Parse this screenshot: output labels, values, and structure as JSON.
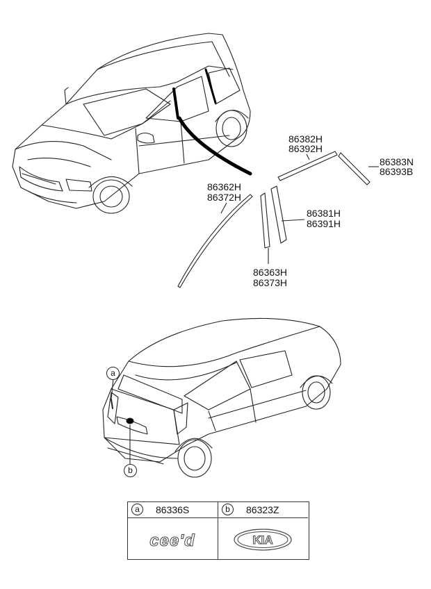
{
  "part_labels": {
    "p86382H": "86382H",
    "p86392H": "86392H",
    "p86383N": "86383N",
    "p86393B": "86393B",
    "p86362H": "86362H",
    "p86372H": "86372H",
    "p86381H": "86381H",
    "p86391H": "86391H",
    "p86363H": "86363H",
    "p86373H": "86373H"
  },
  "callouts": {
    "a": "a",
    "b": "b"
  },
  "legend": {
    "a": {
      "tag": "a",
      "code": "86336S",
      "emblem_text": "cee'd"
    },
    "b": {
      "tag": "b",
      "code": "86323Z",
      "emblem_text": "KIA"
    }
  },
  "icons": [
    "front-car-drawing",
    "rear-car-drawing",
    "ceed-emblem-icon",
    "kia-emblem-icon"
  ]
}
